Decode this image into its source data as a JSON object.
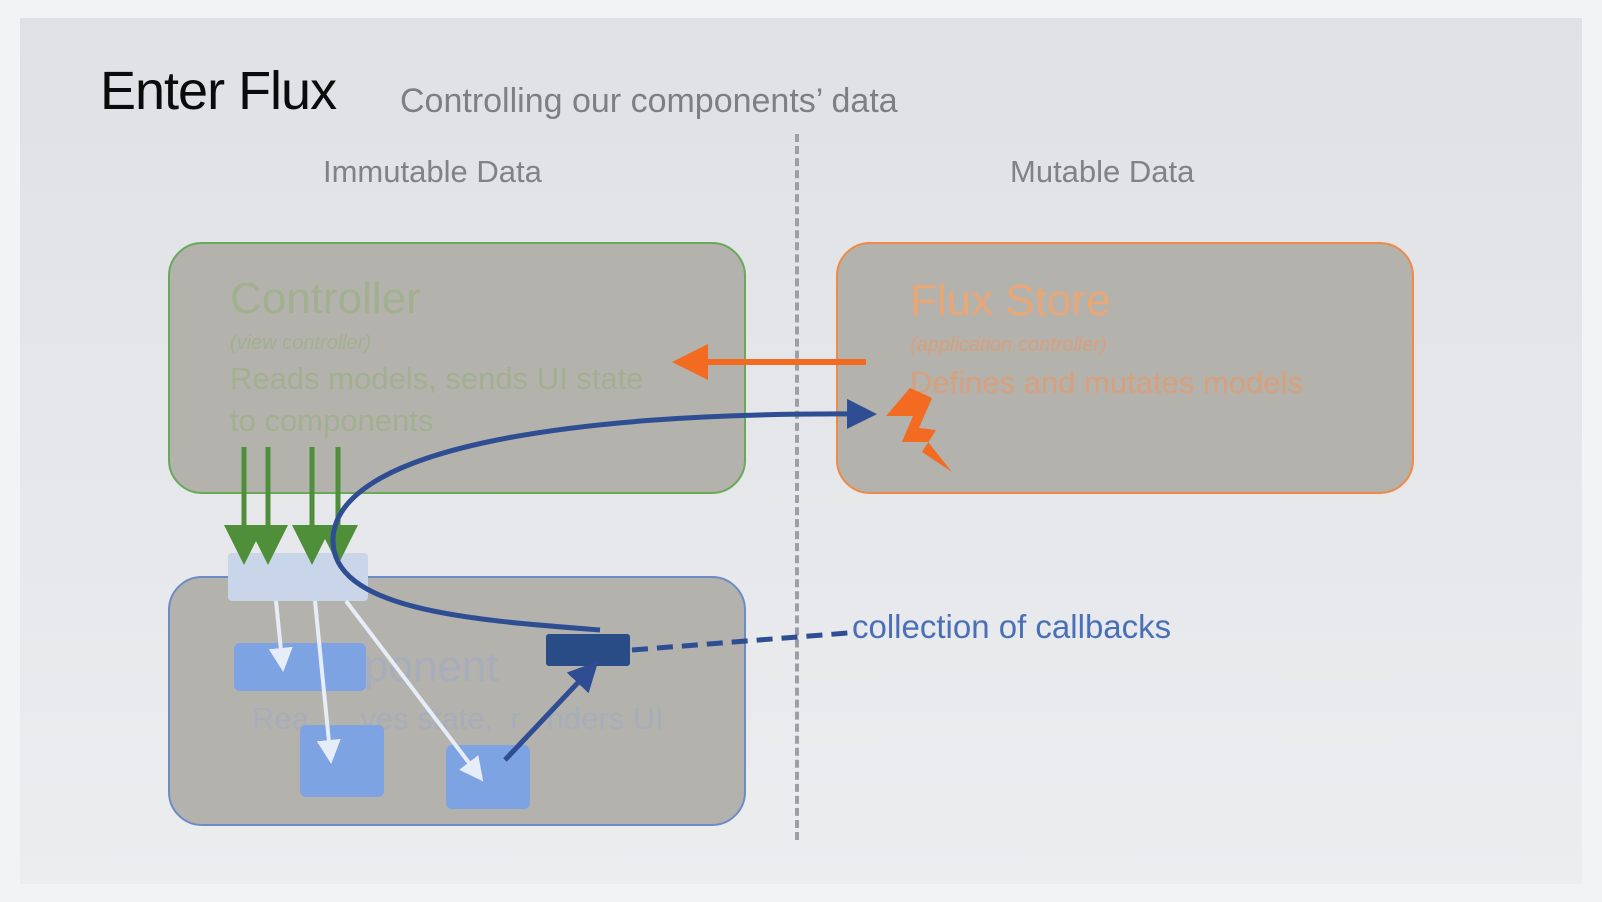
{
  "slide": {
    "title": "Enter Flux",
    "subtitle": "Controlling our components’ data",
    "left_column_label": "Immutable Data",
    "right_column_label": "Mutable Data",
    "callback_label": "collection of callbacks"
  },
  "controller": {
    "title": "Controller",
    "subtitle": "(view controller)",
    "description": "Reads models, sends UI state to components"
  },
  "store": {
    "title": "Flux Store",
    "subtitle": "(application controller)",
    "description": "Defines and mutates models"
  },
  "component": {
    "title_visible": "ponent",
    "description_visible": "Rea      ves state,  r   nders UI"
  },
  "colors": {
    "controller_border": "#6aa85a",
    "store_border": "#ef8a47",
    "component_border": "#6d8cc7",
    "green_arrow": "#4f8f3a",
    "orange_arrow": "#f36a21",
    "blue_flow": "#2e4d93",
    "callback_box": "#2a4c86",
    "child_box": "#7ea3e2"
  },
  "icons": [
    "lightning-bolt-icon"
  ]
}
